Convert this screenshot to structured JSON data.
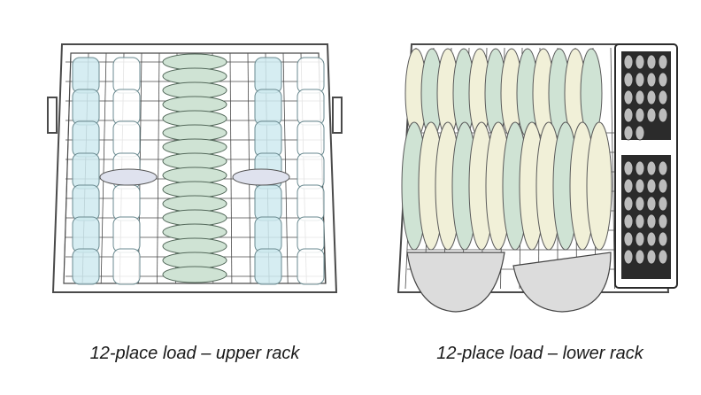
{
  "captions": {
    "upper": "12-place load – upper rack",
    "lower": "12-place load – lower rack"
  },
  "colors": {
    "wire": "#4a4a4a",
    "glass": "#cfeaf0",
    "dish_green": "#cfe3d4",
    "dish_cream": "#f1f0d8",
    "bowl": "#dcdcdc",
    "basket": "#2b2b2b"
  },
  "icons": [
    "upper-rack-illustration",
    "lower-rack-illustration",
    "silverware-basket"
  ]
}
